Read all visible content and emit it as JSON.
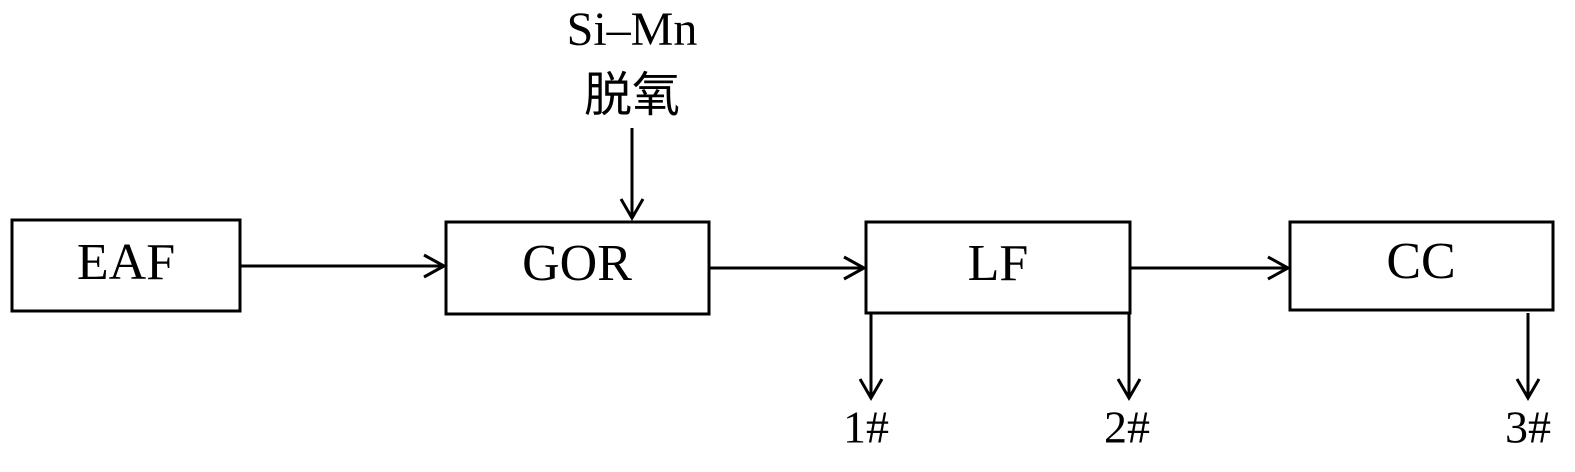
{
  "diagram": {
    "nodes": [
      {
        "id": "eaf",
        "label": "EAF"
      },
      {
        "id": "gor",
        "label": "GOR"
      },
      {
        "id": "lf",
        "label": "LF"
      },
      {
        "id": "cc",
        "label": "CC"
      }
    ],
    "input": {
      "target": "gor",
      "line1": "Si–Mn",
      "line2": "脱氧"
    },
    "samples": [
      {
        "id": "s1",
        "label": "1#",
        "source": "lf"
      },
      {
        "id": "s2",
        "label": "2#",
        "source": "lf"
      },
      {
        "id": "s3",
        "label": "3#",
        "source": "cc"
      }
    ],
    "edges": [
      {
        "from": "eaf",
        "to": "gor"
      },
      {
        "from": "gor",
        "to": "lf"
      },
      {
        "from": "lf",
        "to": "cc"
      }
    ]
  }
}
